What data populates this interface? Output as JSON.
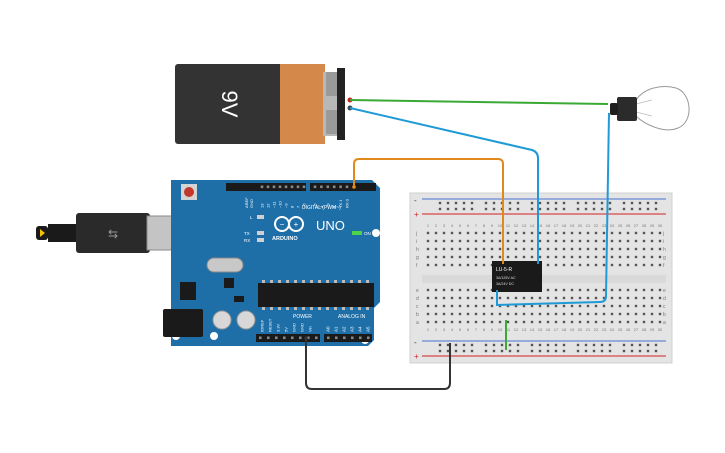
{
  "battery": {
    "label": "9V",
    "body_color": "#333333",
    "cap_color": "#d4894a"
  },
  "arduino": {
    "brand": "ARDUINO",
    "model": "UNO",
    "digital_header": "DIGITAL (PWM~)",
    "power_header": "POWER",
    "analog_header": "ANALOG IN",
    "on_label": "ON",
    "tx_label": "TX",
    "rx_label": "RX",
    "l_label": "L",
    "aref_label": "AREF",
    "gnd_label": "GND",
    "digital_pins": [
      "13",
      "12",
      "~11",
      "~10",
      "~9",
      "8",
      "7",
      "~6",
      "~5",
      "4",
      "~3",
      "2",
      "TX 1",
      "RX 0"
    ],
    "power_pins": [
      "IOREF",
      "RESET",
      "3.3V",
      "5V",
      "GND",
      "GND",
      "Vin"
    ],
    "analog_pins": [
      "A0",
      "A1",
      "A2",
      "A3",
      "A4",
      "A5"
    ],
    "board_color": "#1e6fa8"
  },
  "relay": {
    "part": "LU-5-R",
    "rating1": "3A/125V AC",
    "rating2": "3A/24V DC"
  },
  "breadboard": {
    "row_letters_top": [
      "j",
      "i",
      "h",
      "g",
      "f"
    ],
    "row_letters_bottom": [
      "e",
      "d",
      "c",
      "b",
      "a"
    ],
    "columns": [
      "1",
      "2",
      "3",
      "4",
      "5",
      "6",
      "7",
      "8",
      "9",
      "10",
      "11",
      "12",
      "13",
      "14",
      "15",
      "16",
      "17",
      "18",
      "19",
      "20",
      "21",
      "22",
      "23",
      "24",
      "25",
      "26",
      "27",
      "28",
      "29",
      "30"
    ],
    "plus": "+",
    "minus": "-"
  },
  "wires": {
    "green": "#3aaa35",
    "blue": "#1f9ad6",
    "orange": "#e08a1e",
    "black": "#333333",
    "red": "#d21f1f"
  }
}
